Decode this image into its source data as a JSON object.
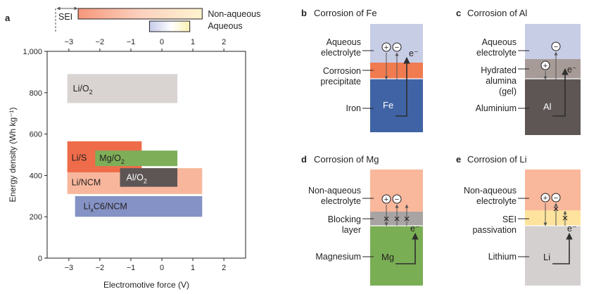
{
  "panel_a": {
    "letter": "a",
    "sei_label": "SEI",
    "nonaqueous_label": "Non-aqueous",
    "aqueous_label": "Aqueous",
    "nonaqueous_window": [
      -2.7,
      1.3
    ],
    "aqueous_window": [
      -0.4,
      0.9
    ],
    "sei_position": -3.7,
    "top_ticks": [
      "−3",
      "−2",
      "−1",
      "0",
      "1",
      "2"
    ],
    "xlabel": "Electromotive force (V)",
    "ylabel": "Energy density (Wh kg⁻¹)",
    "x_ticks": [
      "−3",
      "−2",
      "−1",
      "0",
      "1",
      "2"
    ],
    "y_ticks": [
      "0",
      "200",
      "400",
      "600",
      "800",
      "1,000"
    ],
    "chart_data": {
      "type": "bar",
      "xlim": [
        -3.7,
        2.7
      ],
      "ylim": [
        0,
        1000
      ],
      "systems": [
        {
          "name": "Li/O2",
          "label_main": "Li/O",
          "label_sub": "2",
          "label_tail": "",
          "x": [
            -3.05,
            0.5
          ],
          "y": [
            750,
            890
          ],
          "color": "#d9d4d2"
        },
        {
          "name": "Li/NCM",
          "label_main": "Li/NCM",
          "label_sub": "",
          "label_tail": "",
          "x": [
            -3.05,
            1.3
          ],
          "y": [
            310,
            435
          ],
          "color": "#f8b79c"
        },
        {
          "name": "Li/S",
          "label_main": "Li/S",
          "label_sub": "",
          "label_tail": "",
          "x": [
            -3.05,
            -0.65
          ],
          "y": [
            415,
            565
          ],
          "color": "#ee6c4a"
        },
        {
          "name": "Mg/O2",
          "label_main": "Mg/O",
          "label_sub": "2",
          "label_tail": "",
          "x": [
            -2.15,
            0.5
          ],
          "y": [
            445,
            520
          ],
          "color": "#7eae58"
        },
        {
          "name": "Al/O2",
          "label_main": "Al/O",
          "label_sub": "2",
          "label_tail": "",
          "x": [
            -1.35,
            0.5
          ],
          "y": [
            345,
            435
          ],
          "color": "#5e5555"
        },
        {
          "name": "LixC6/NCM",
          "label_main": "Li",
          "label_sub": "x",
          "label_tail": "C6/NCM",
          "x": [
            -2.8,
            1.3
          ],
          "y": [
            200,
            300
          ],
          "color": "#8592c5"
        }
      ]
    }
  },
  "panel_b": {
    "letter": "b",
    "title": "Corrosion of Fe",
    "layers": [
      "Aqueous\nelectrolyte",
      "Corrosion\nprecipitate",
      "Iron"
    ],
    "metal": "Fe",
    "electron": "e⁻"
  },
  "panel_c": {
    "letter": "c",
    "title": "Corrosion of Al",
    "layers": [
      "Aqueous\nelectrolyte",
      "Hydrated\nalumina\n(gel)",
      "Aluminium"
    ],
    "metal": "Al",
    "electron": "e⁻"
  },
  "panel_d": {
    "letter": "d",
    "title": "Corrosion of Mg",
    "layers": [
      "Non-aqueous\nelectrolyte",
      "Blocking\nlayer",
      "Magnesium"
    ],
    "metal": "Mg",
    "electron": "e⁻"
  },
  "panel_e": {
    "letter": "e",
    "title": "Corrosion of Li",
    "layers": [
      "Non-aqueous\nelectrolyte",
      "SEI\npassivation",
      "Lithium"
    ],
    "metal": "Li",
    "electron": "e⁻"
  },
  "symbols": {
    "plus": "+",
    "minus": "−",
    "cross": "×"
  },
  "colors": {
    "aqueous": "#c8cde6",
    "nonaqueous": "#f9b89b",
    "fe_precip": "#f07b50",
    "iron": "#3f63a4",
    "alumina": "#a79b97",
    "aluminium": "#5e5555",
    "blocking": "#a8a4a3",
    "magnesium": "#7aae55",
    "sei": "#fde39d",
    "lithium": "#d3d0cf"
  }
}
